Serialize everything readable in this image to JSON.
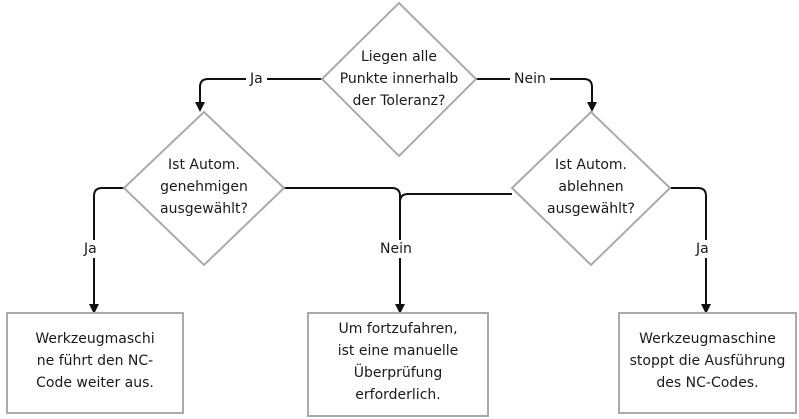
{
  "nodes": {
    "q_tolerance": "Liegen alle\nPunkte innerhalb\nder Toleranz?",
    "q_accept": "Ist Autom.\ngenehmigen\nausgewählt?",
    "q_reject": "Ist Autom.\nablehnen\nausgewählt?",
    "r_continue": "Werkzeugmaschi\nne führt den NC-\nCode weiter aus.",
    "r_manual": "Um fortzufahren,\nist eine manuelle\nÜberprüfung\nerforderlich.",
    "r_stop": "Werkzeugmaschine\nstoppt die Ausführung\ndes NC-Codes."
  },
  "edges": {
    "yes_top": "Ja",
    "no_top": "Nein",
    "yes_left": "Ja",
    "no_middle": "Nein",
    "yes_right": "Ja"
  },
  "colors": {
    "shape_stroke": "#aaaaaa",
    "arrow": "#111111",
    "text": "#1a1a1a"
  }
}
